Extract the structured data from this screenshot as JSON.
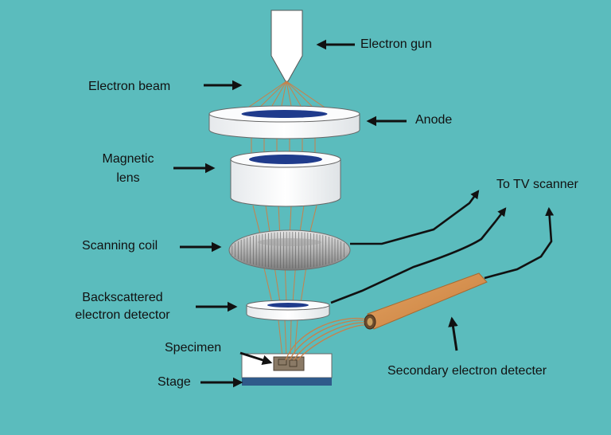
{
  "labels": {
    "electron_gun": "Electron gun",
    "electron_beam": "Electron beam",
    "anode": "Anode",
    "magnetic_lens_line1": "Magnetic",
    "magnetic_lens_line2": "lens",
    "to_tv_scanner": "To TV scanner",
    "scanning_coil": "Scanning coil",
    "backscattered_line1": "Backscattered",
    "backscattered_line2": "electron detector",
    "specimen": "Specimen",
    "stage": "Stage",
    "secondary_detector": "Secondary electron detecter"
  },
  "colors": {
    "background": "#5bbcbd",
    "beam": "#c8814a",
    "component_fill": "#ffffff",
    "lens_opening": "#1f3b8c",
    "detector_cone": "#d98f4a",
    "stage_base": "#2f5a8a",
    "arrow": "#111111"
  }
}
